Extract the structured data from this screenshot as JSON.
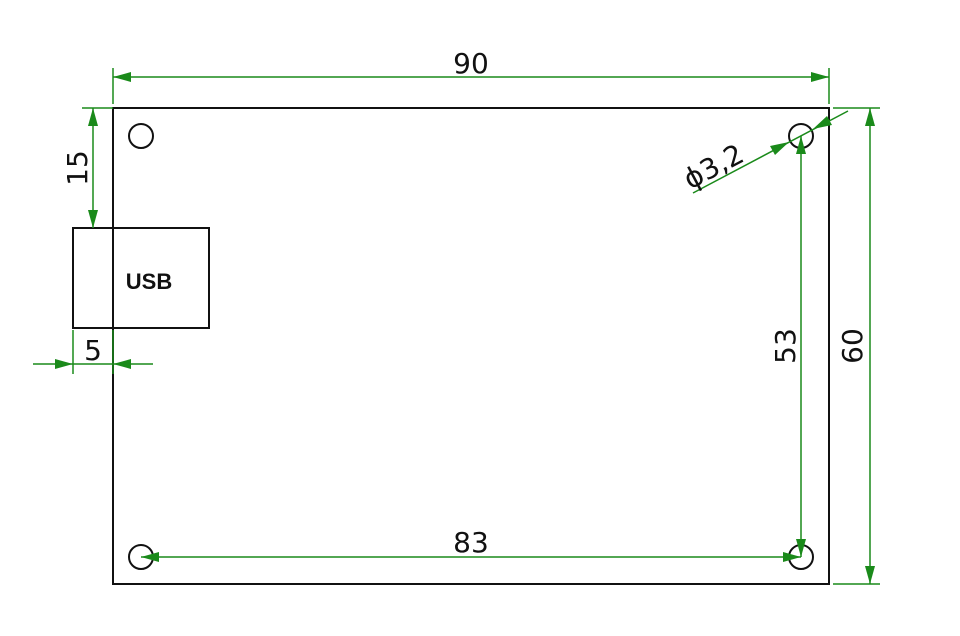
{
  "drawing": {
    "usb_label": "USB",
    "dimensions": {
      "overall_width": "90",
      "overall_height": "60",
      "hole_span_x": "83",
      "hole_span_y": "53",
      "usb_offset_top": "15",
      "usb_protrusion": "5",
      "hole_diameter": "ϕ3,2"
    },
    "colors": {
      "outline": "#111111",
      "dimension_lines": "#1a8a1a"
    }
  }
}
